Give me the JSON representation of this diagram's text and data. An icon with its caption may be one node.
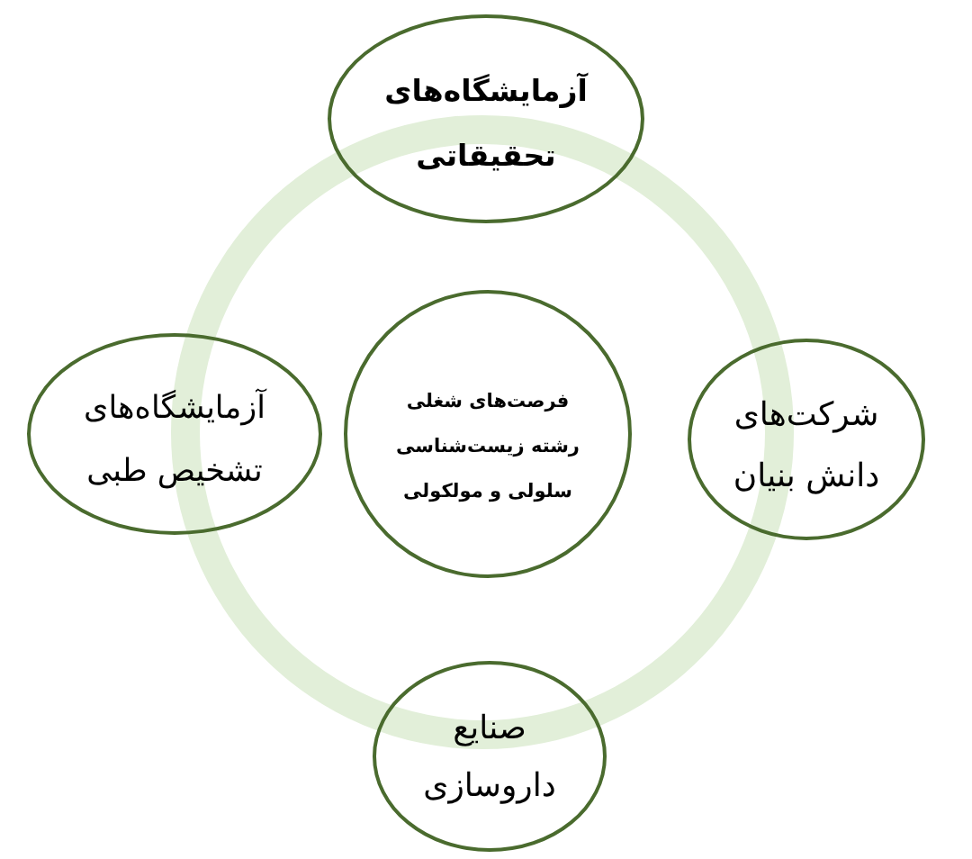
{
  "diagram": {
    "nodes": [
      {
        "text": [
          "آزمایشگاه‌های تحقیقاتی"
        ]
      },
      {
        "text": [
          "شرکت‌های دانش بنیان"
        ]
      },
      {
        "text": [
          "فرصت‌های شغلی رشته زیست‌شناسی سلولی و مولکولی"
        ]
      },
      {
        "text": [
          "آزمایشگاه‌های تشخیص طبی"
        ]
      },
      {
        "text": [
          "صنایع داروسازی"
        ]
      }
    ]
  }
}
